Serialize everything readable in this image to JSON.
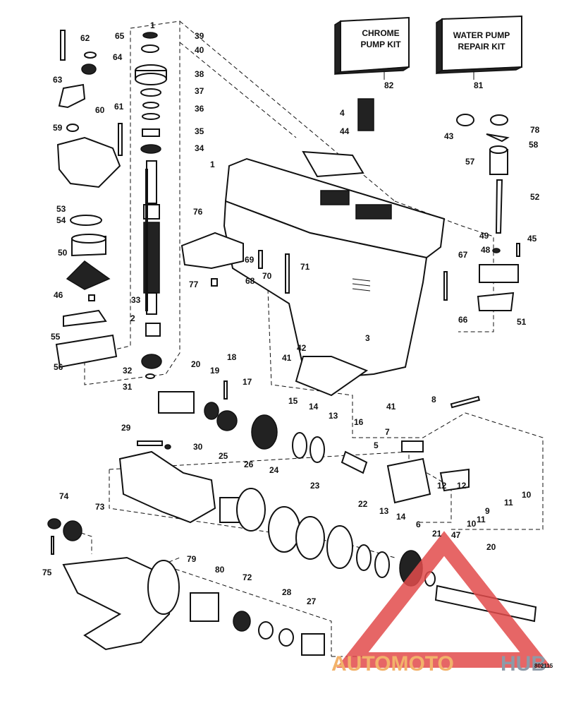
{
  "kits": {
    "chrome": {
      "line1": "CHROME",
      "line2": "PUMP KIT",
      "ref": "82"
    },
    "water": {
      "line1": "WATER PUMP",
      "line2": "REPAIR KIT",
      "ref": "81"
    }
  },
  "callouts": [
    "1",
    "62",
    "65",
    "39",
    "40",
    "64",
    "38",
    "63",
    "37",
    "36",
    "60",
    "61",
    "35",
    "59",
    "34",
    "82",
    "81",
    "4",
    "44",
    "43",
    "78",
    "58",
    "57",
    "1",
    "52",
    "53",
    "54",
    "76",
    "50",
    "49",
    "45",
    "48",
    "69",
    "71",
    "67",
    "46",
    "33",
    "77",
    "68",
    "70",
    "55",
    "2",
    "3",
    "66",
    "51",
    "41",
    "42",
    "56",
    "32",
    "18",
    "20",
    "19",
    "17",
    "31",
    "8",
    "41",
    "15",
    "14",
    "13",
    "16",
    "7",
    "29",
    "30",
    "5",
    "25",
    "26",
    "24",
    "12",
    "10",
    "11",
    "23",
    "22",
    "9",
    "12",
    "74",
    "73",
    "13",
    "14",
    "11",
    "6",
    "10",
    "21",
    "47",
    "20",
    "75",
    "79",
    "80",
    "72",
    "28",
    "27"
  ],
  "watermark": {
    "part1": "AUTOMOTO",
    "part2": "HUB",
    "color1": "#f2b26b",
    "color2": "#8d9aa7",
    "triangle_color": "#e24b4b"
  },
  "diagram_code": "802115"
}
